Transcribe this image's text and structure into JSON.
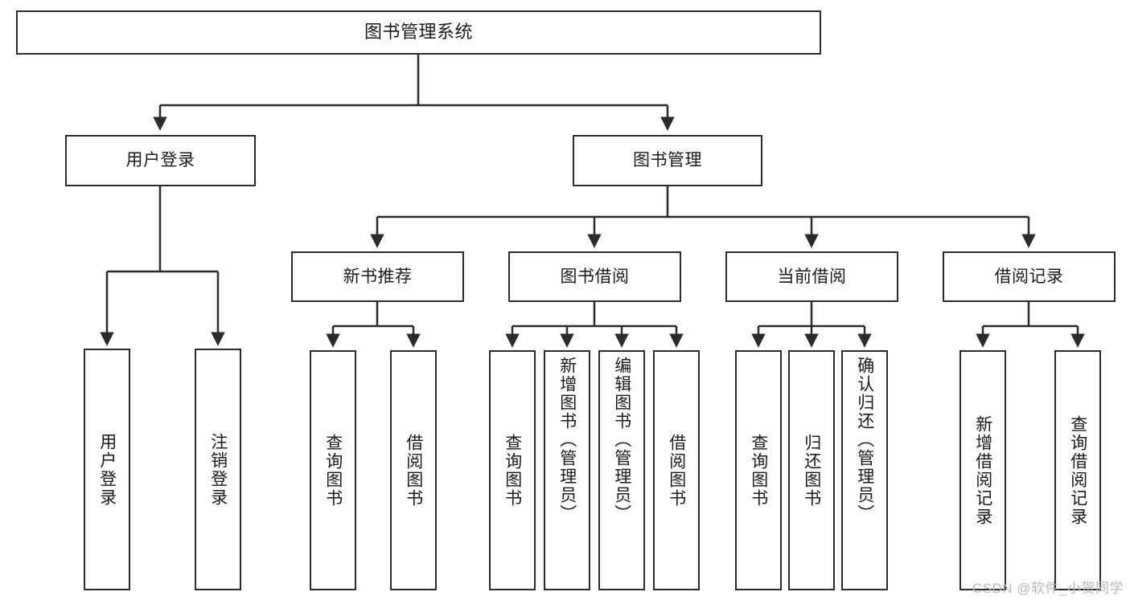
{
  "diagram": {
    "title": "图书管理系统",
    "watermark": "CSDN @软件_小贺同学",
    "line_color": "#2b2b2b",
    "background": "#ffffff",
    "root": {
      "label": "图书管理系统"
    },
    "level2": [
      {
        "label": "用户登录"
      },
      {
        "label": "图书管理"
      }
    ],
    "level3": [
      {
        "label": "新书推荐"
      },
      {
        "label": "图书借阅"
      },
      {
        "label": "当前借阅"
      },
      {
        "label": "借阅记录"
      }
    ],
    "leaves": {
      "user_login": [
        {
          "label": "用户登录"
        },
        {
          "label": "注销登录"
        }
      ],
      "new_book_recommend": [
        {
          "label": "查询图书"
        },
        {
          "label": "借阅图书"
        }
      ],
      "book_borrow": [
        {
          "label": "查询图书"
        },
        {
          "label": "新增图书（管理员）"
        },
        {
          "label": "编辑图书（管理员）"
        },
        {
          "label": "借阅图书"
        }
      ],
      "current_borrow": [
        {
          "label": "查询图书"
        },
        {
          "label": "归还图书"
        },
        {
          "label": "确认归还（管理员）"
        }
      ],
      "borrow_record": [
        {
          "label": "新增借阅记录"
        },
        {
          "label": "查询借阅记录"
        }
      ]
    }
  }
}
